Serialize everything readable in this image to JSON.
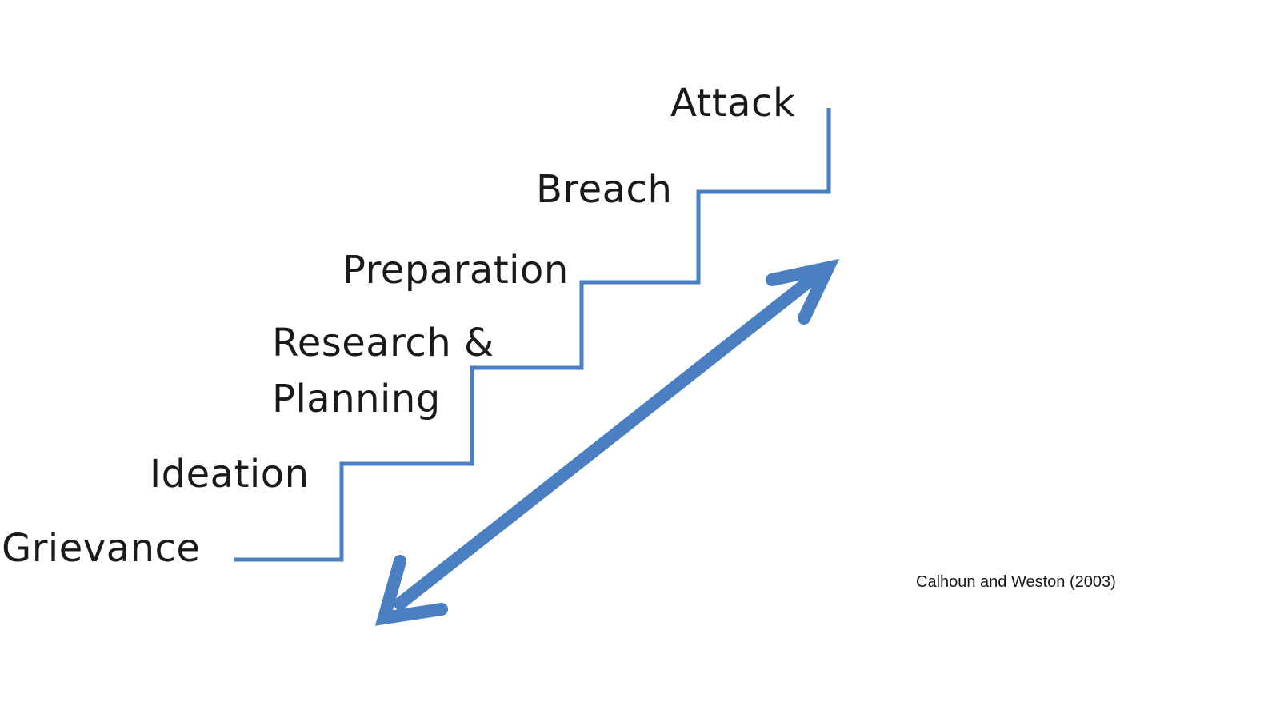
{
  "diagram": {
    "steps": [
      {
        "label": "Grievance"
      },
      {
        "label": "Ideation"
      },
      {
        "label": "Research &"
      },
      {
        "label": "Planning"
      },
      {
        "label": "Preparation"
      },
      {
        "label": "Breach"
      },
      {
        "label": "Attack"
      }
    ],
    "citation": "Calhoun and Weston (2003)",
    "colors": {
      "stair": "#4a7fc1",
      "arrow": "#4a7fc1",
      "text": "#1a1a1a"
    }
  }
}
